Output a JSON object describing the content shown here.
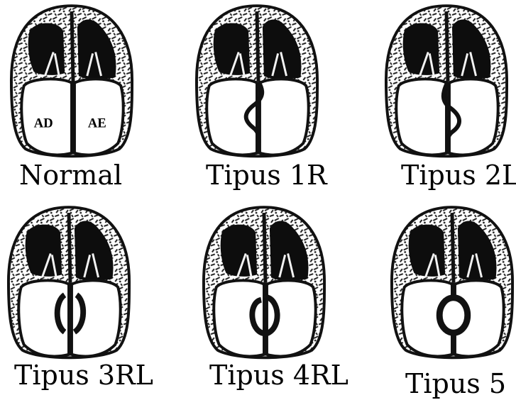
{
  "panels": [
    {
      "caption": "Normal",
      "variant": "normal",
      "labels": {
        "left": "AD",
        "right": "AE"
      }
    },
    {
      "caption": "Tipus 1R",
      "variant": "1R"
    },
    {
      "caption": "Tipus 2L",
      "variant": "2L"
    },
    {
      "caption": "Tipus 3RL",
      "variant": "3RL"
    },
    {
      "caption": "Tipus 4RL",
      "variant": "4RL"
    },
    {
      "caption": "Tipus 5",
      "variant": "5"
    }
  ],
  "colors": {
    "ink": "#111111",
    "background": "#ffffff"
  }
}
